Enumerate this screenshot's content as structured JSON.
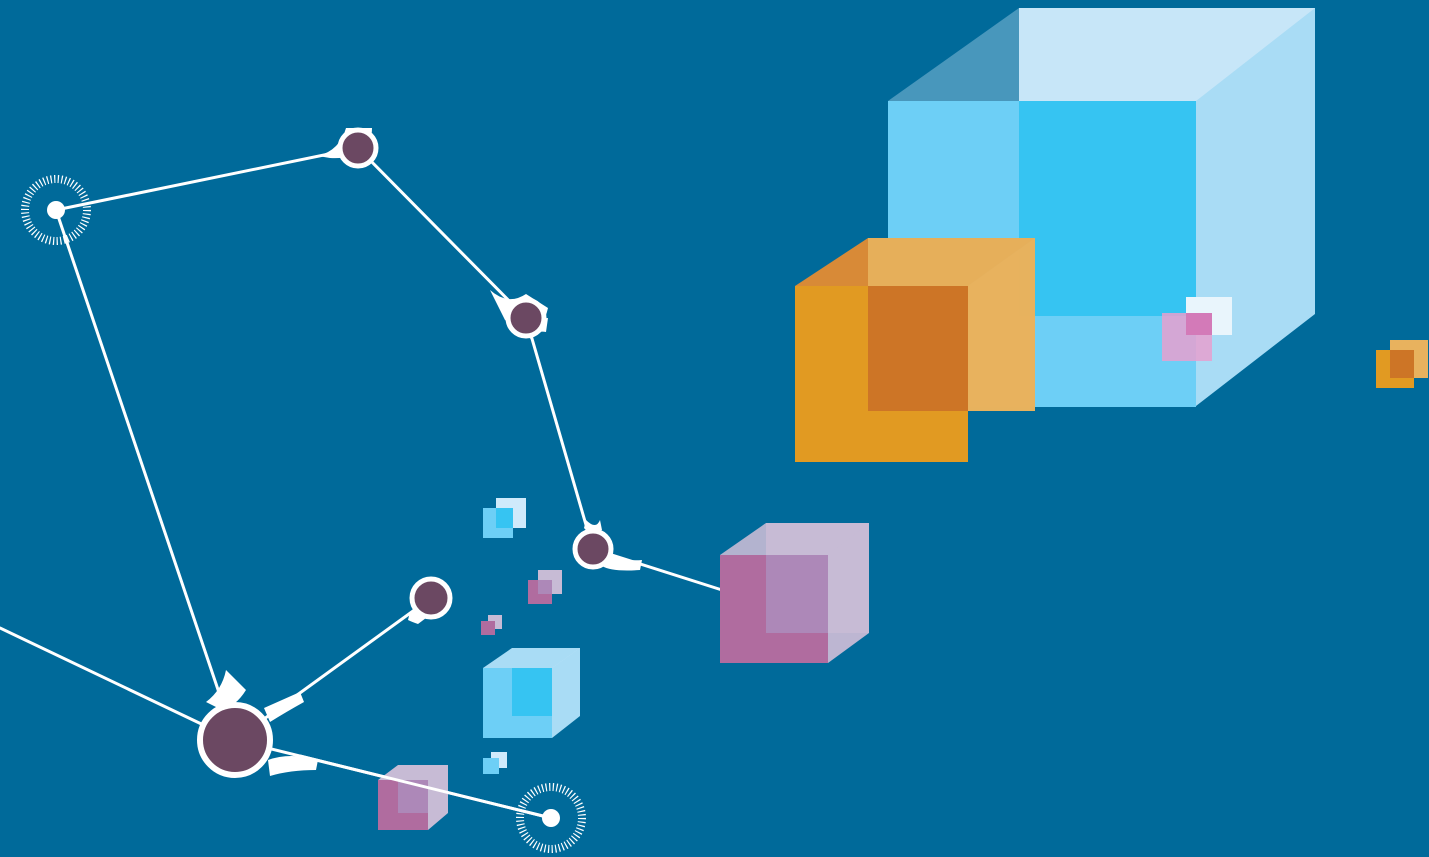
{
  "background": {
    "color": "#006a9a"
  },
  "palette": {
    "network_line": "#ffffff",
    "node_fill": "#6b4862",
    "node_ring": "#ffffff",
    "cube_blue_light": "#cfeafb",
    "cube_blue_mid": "#6dcff6",
    "cube_blue_core": "#36c4f2",
    "cube_blue_side": "#a9dcf5",
    "cube_orange_front": "#e19a22",
    "cube_orange_core": "#cd7526",
    "cube_orange_side": "#e8b25e",
    "cube_orange_top": "#d88a37",
    "cube_pink_front": "#b06c9f",
    "cube_pink_light": "#c7bbd5",
    "cube_pink_core": "#ad88b8"
  },
  "elements": {
    "network_nodes": [
      "hub-node",
      "solid-node",
      "pulse-node"
    ],
    "cube_groups": [
      "large-blue-cube",
      "orange-cube",
      "pink-cube",
      "small-cube-cluster"
    ]
  }
}
